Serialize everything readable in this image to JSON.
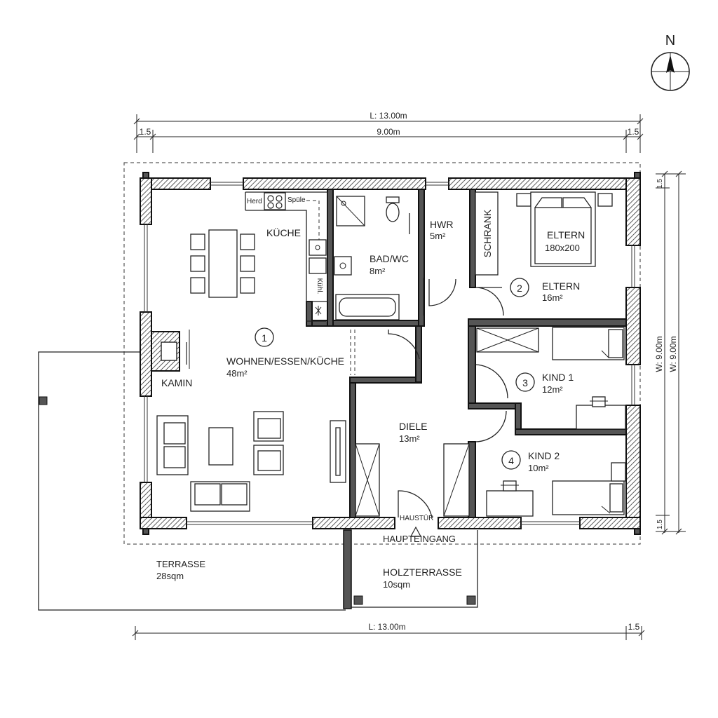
{
  "compass": {
    "label": "N"
  },
  "dimensions": {
    "top_total": "L: 13.00m",
    "top_inner": "9.00m",
    "top_left_margin": "1.5",
    "top_right_margin": "1.5",
    "right_outer": "W: 9.00m",
    "right_inner": "W: 9.00m",
    "right_top_margin": "1.5",
    "right_bottom_margin": "1.5",
    "bottom_total": "L: 13.00m",
    "bottom_right_margin": "1.5"
  },
  "rooms": {
    "living": {
      "number": "1",
      "name": "WOHNEN/ESSEN/KÜCHE",
      "area": "48m²"
    },
    "kitchen": {
      "name": "KÜCHE",
      "stove": "Herd",
      "sink": "Spüle",
      "fridge": "Kühl."
    },
    "fireplace": {
      "name": "KAMIN"
    },
    "bath": {
      "name": "BAD/WC",
      "area": "8m²"
    },
    "utility": {
      "name": "HWR",
      "area": "5m²"
    },
    "wardrobe": {
      "name": "SCHRANK"
    },
    "parents": {
      "number": "2",
      "name": "ELTERN",
      "area": "16m²",
      "bed": "ELTERN",
      "bed_size": "180x200"
    },
    "child1": {
      "number": "3",
      "name": "KIND 1",
      "area": "12m²"
    },
    "child2": {
      "number": "4",
      "name": "KIND 2",
      "area": "10m²"
    },
    "hall": {
      "name": "DIELE",
      "area": "13m²"
    },
    "front_door": {
      "name": "HAUSTÜR"
    },
    "main_entrance": {
      "name": "HAUPTEINGANG"
    },
    "terrace": {
      "name": "TERRASSE",
      "area": "28sqm"
    },
    "wood_terrace": {
      "name": "HOLZTERRASSE",
      "area": "10sqm"
    }
  }
}
